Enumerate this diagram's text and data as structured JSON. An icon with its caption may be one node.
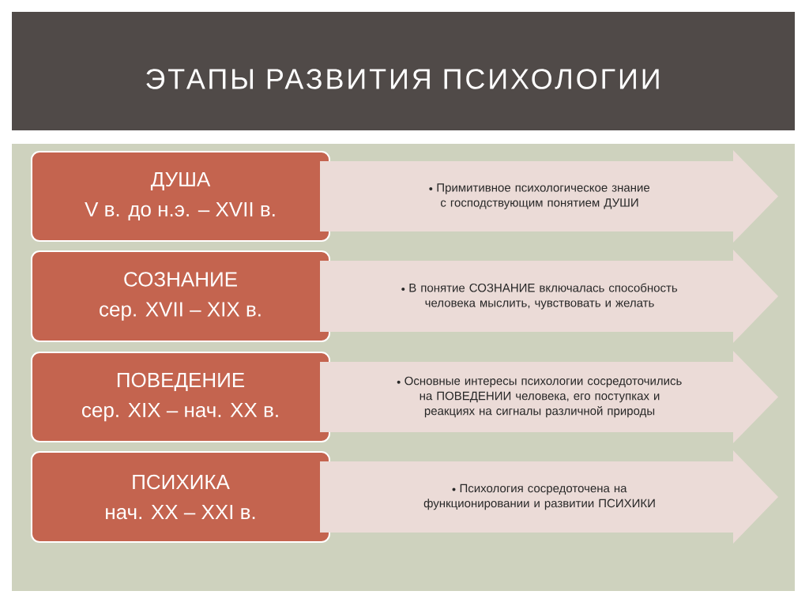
{
  "diagram": {
    "title": "ЭТАПЫ РАЗВИТИЯ ПСИХОЛОГИИ",
    "nodes": [
      {
        "text": [
          "ДУША",
          "V в. до н.э. – XVII в."
        ]
      },
      {
        "text": [
          "Примитивное психологическое знание с господствующим понятием ДУШИ"
        ]
      },
      {
        "text": [
          "СОЗНАНИЕ",
          "сер. XVII – XIX в."
        ]
      },
      {
        "text": [
          "В понятие СОЗНАНИЕ включалась способность человека мыслить, чувствовать  и желать"
        ]
      },
      {
        "text": [
          "ПОВЕДЕНИЕ",
          "сер. XIX – нач. XX в."
        ]
      },
      {
        "text": [
          "Основные интересы психологии сосредоточились на ПОВЕДЕНИИ человека, его поступках и реакциях на сигналы различной природы"
        ]
      },
      {
        "text": [
          "ПСИХИКА",
          "нач. XX – XXI в."
        ]
      },
      {
        "text": [
          "Психология сосредоточена на функционировании и развитии ПСИХИКИ"
        ]
      }
    ]
  }
}
